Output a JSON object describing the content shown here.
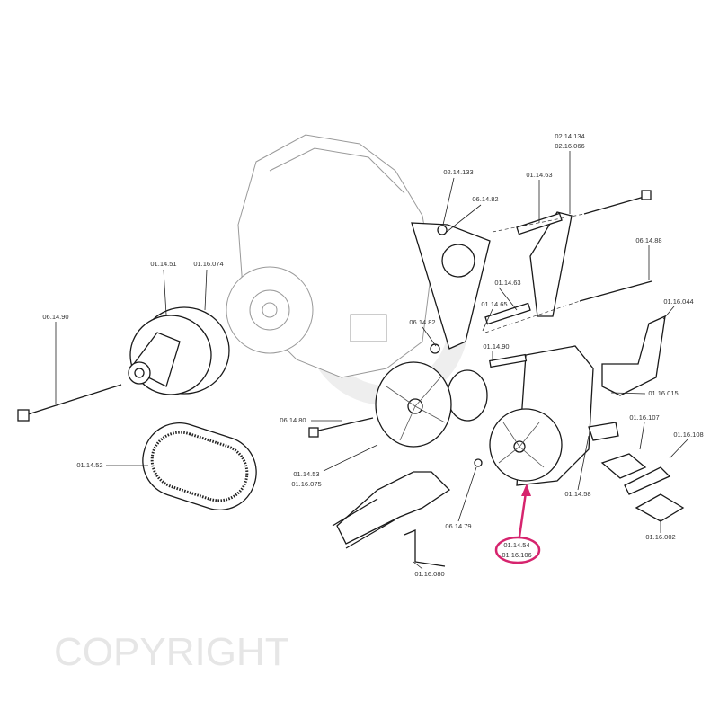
{
  "watermark": "COPYRIGHT",
  "highlight_color": "#d6246e",
  "labels": {
    "bracket_part_a": "02.14.134",
    "bracket_part_b": "02.16.066",
    "plate": "02.14.133",
    "nut_top": "06.14.82",
    "spacer_top": "01.14.63",
    "long_bolt_right": "06.14.88",
    "pulley_a": "01.14.51",
    "pulley_b": "01.16.074",
    "long_bolt_left": "06.14.90",
    "spacer_bottom": "01.14.63",
    "sleeve": "01.14.65",
    "nut_bottom": "06.14.82",
    "bolt_small": "01.14.90",
    "bracket_right": "01.16.044",
    "bracket_mount": "01.16.015",
    "pulley_bolt": "06.14.80",
    "clip_a": "01.16.107",
    "clip_b": "01.16.108",
    "belt": "01.14.52",
    "fan_pulley_a": "01.14.53",
    "fan_pulley_b": "01.16.075",
    "regulator": "01.14.58",
    "ring": "06.14.79",
    "mount_plate": "01.16.002",
    "alternator_a": "01.14.54",
    "alternator_b": "01.16.106",
    "wire_clip": "01.16.080"
  }
}
